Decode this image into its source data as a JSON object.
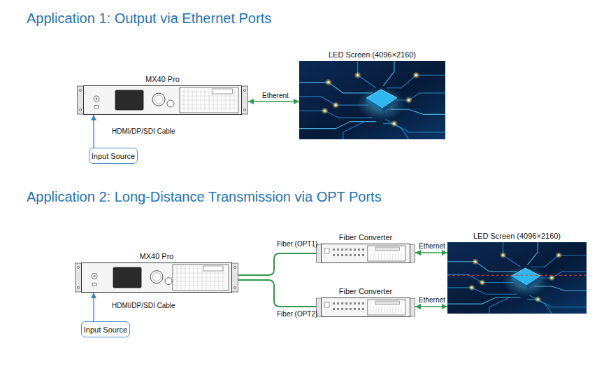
{
  "diagram": {
    "nodes": [
      {
        "text": [
          "MX40 Pro"
        ]
      },
      {
        "text": [
          "LED Screen (4096×2160)"
        ]
      },
      {
        "text": [
          "Input Source"
        ]
      },
      {
        "text": [
          "MX40 Pro"
        ]
      },
      {
        "text": [
          "Fiber Converter"
        ]
      },
      {
        "text": [
          "Fiber Converter"
        ]
      },
      {
        "text": [
          "LED Screen (4096×2160)"
        ]
      },
      {
        "text": [
          "Input Source"
        ]
      }
    ],
    "edges": [
      {
        "from": 0,
        "to": 1,
        "label": "Etherent",
        "arrow": "both"
      },
      {
        "from": 2,
        "to": 0,
        "label": "HDMI/DP/SDI Cable",
        "arrow": "to"
      },
      {
        "from": 3,
        "to": 4,
        "label": "Fiber (OPT1)",
        "arrow": "none"
      },
      {
        "from": 3,
        "to": 5,
        "label": "Fiber (OPT2)",
        "arrow": "none"
      },
      {
        "from": 4,
        "to": 6,
        "label": "Ethernet",
        "arrow": "both"
      },
      {
        "from": 5,
        "to": 6,
        "label": "Ethernet",
        "arrow": "both"
      },
      {
        "from": 7,
        "to": 3,
        "label": "HDMI/DP/SDI Cable",
        "arrow": "to"
      }
    ],
    "labels": [
      "Application 1: Output via Ethernet Ports",
      "Application 2: Long-Distance Transmission via OPT Ports"
    ]
  }
}
